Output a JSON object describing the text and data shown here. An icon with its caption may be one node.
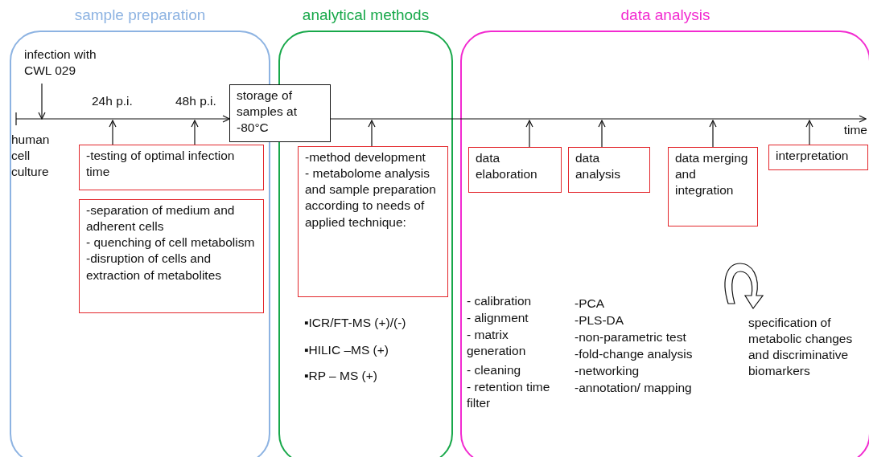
{
  "diagram": {
    "nodes": [
      {
        "text": [
          "sample preparation"
        ]
      },
      {
        "text": [
          "analytical methods"
        ]
      },
      {
        "text": [
          "data analysis"
        ]
      },
      {
        "text": [
          "infection with CWL 029"
        ],
        "in": 0
      },
      {
        "text": [
          "-testing of optimal infection time"
        ],
        "in": 0
      },
      {
        "text": [
          "-separation of medium and adherent cells",
          "- quenching of cell metabolism",
          "-disruption of cells and extraction of metabolites"
        ],
        "in": 0
      },
      {
        "text": [
          "storage of samples at -80°C"
        ]
      },
      {
        "text": [
          "-method development",
          "- metabolome analysis and sample preparation according to needs of applied technique:"
        ],
        "in": 1
      },
      {
        "text": [
          "data elaboration"
        ],
        "in": 2
      },
      {
        "text": [
          "data analysis"
        ],
        "in": 2
      },
      {
        "text": [
          "data merging and integration"
        ],
        "in": 2
      },
      {
        "text": [
          "interpretation"
        ],
        "in": 2
      },
      {
        "text": [],
        "shape": "arrow",
        "beside": [
          "time"
        ]
      }
    ],
    "edges": [
      {
        "from": 3,
        "to": 12,
        "arrow": "to"
      },
      {
        "from": 4,
        "to": 12,
        "arrow": "to"
      },
      {
        "from": 4,
        "to": 12,
        "arrow": "to"
      },
      {
        "from": 7,
        "to": 12,
        "arrow": "to"
      },
      {
        "from": 8,
        "to": 12,
        "arrow": "to"
      },
      {
        "from": 9,
        "to": 12,
        "arrow": "to"
      },
      {
        "from": 10,
        "to": 12,
        "arrow": "to"
      },
      {
        "from": 11,
        "to": 12,
        "arrow": "to"
      }
    ],
    "labels": [
      "24h p.i.",
      "48h p.i.",
      "human cell culture",
      "▪ICR/FT-MS (+)/(-)",
      "▪HILIC –MS (+)",
      "▪RP – MS (+)",
      "- calibration",
      "- alignment",
      "- matrix generation",
      "- cleaning",
      "- retention time filter",
      "-PCA",
      "-PLS-DA",
      "-non-parametric test",
      "-fold-change analysis",
      "-networking",
      "-annotation/ mapping",
      "specification of metabolic changes and discriminative biomarkers"
    ]
  }
}
